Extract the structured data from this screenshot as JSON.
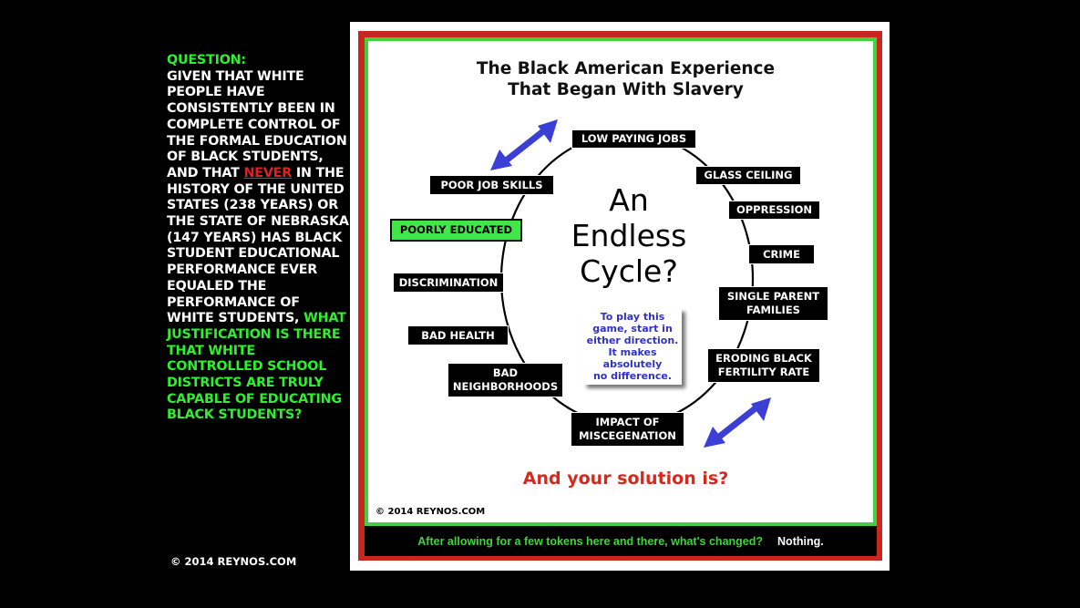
{
  "left_panel": {
    "question_label": "QUESTION:",
    "body_part1": "GIVEN THAT WHITE PEOPLE HAVE CONSISTENTLY BEEN IN COMPLETE CONTROL OF THE FORMAL EDUCATION OF BLACK STUDENTS, AND THAT ",
    "never": "NEVER",
    "body_part2": " IN THE HISTORY OF THE UNITED STATES (238 YEARS) OR THE STATE OF NEBRASKA (147 YEARS) HAS BLACK STUDENT EDUCATIONAL PERFORMANCE EVER EQUALED THE PERFORMANCE OF WHITE STUDENTS, ",
    "body_part3": "WHAT JUSTIFICATION IS THERE THAT WHITE CONTROLLED SCHOOL DISTRICTS ARE TRULY CAPABLE OF EDUCATING BLACK STUDENTS?",
    "copyright": "© 2014 REYNOS.COM"
  },
  "diagram": {
    "title_line1": "The Black American Experience",
    "title_line2": "That Began With Slavery",
    "center_line1": "An",
    "center_line2": "Endless",
    "center_line3": "Cycle?",
    "note_lines": [
      "To play this",
      "game, start in",
      "either direction.",
      "It makes",
      "absolutely",
      "no difference."
    ],
    "nodes": {
      "low_paying_jobs": "LOW PAYING JOBS",
      "glass_ceiling": "GLASS CEILING",
      "oppression": "OPPRESSION",
      "crime": "CRIME",
      "single_parent_1": "SINGLE PARENT",
      "single_parent_2": "FAMILIES",
      "eroding_1": "ERODING BLACK",
      "eroding_2": "FERTILITY RATE",
      "impact_1": "IMPACT OF",
      "impact_2": "MISCEGENATION",
      "bad_neighborhoods_1": "BAD",
      "bad_neighborhoods_2": "NEIGHBORHOODS",
      "bad_health": "BAD HEALTH",
      "discrimination": "DISCRIMINATION",
      "poorly_educated": "POORLY EDUCATED",
      "poor_job_skills": "POOR JOB SKILLS"
    },
    "solution": "And your solution is?",
    "copyright": "© 2014 REYNOS.COM",
    "bottom_question": "After allowing for a few tokens here and there, what's changed?",
    "bottom_answer": "Nothing.",
    "colors": {
      "frame_red": "#c8261f",
      "frame_green": "#43d03c",
      "arrow_blue": "#3b3fd6",
      "note_blue": "#3131c6",
      "solution_red": "#d42a1e"
    }
  }
}
